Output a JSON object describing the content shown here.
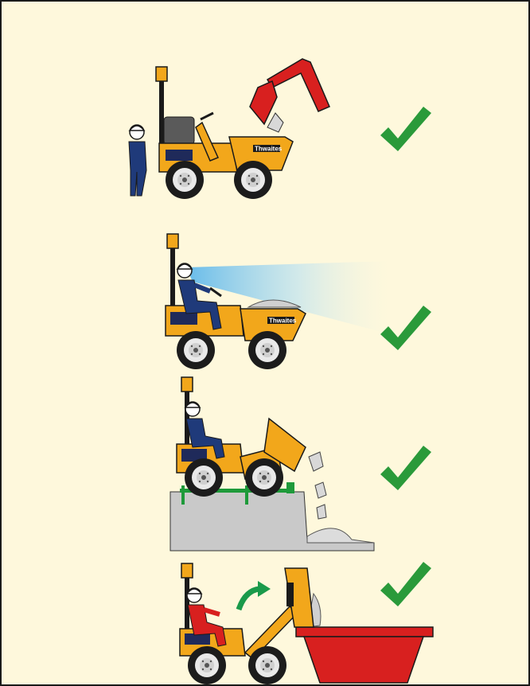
{
  "colors": {
    "background": "#fef8dc",
    "machine_body": "#f2a71b",
    "machine_dark": "#1a1a2e",
    "operator_blue": "#1f3a7a",
    "operator_red": "#d8201f",
    "excavator_red": "#d8201f",
    "skip_red": "#d8201f",
    "check_green": "#2a9a3a",
    "stop_block_green": "#1e9a3a",
    "arrow_green": "#1a9a4a",
    "ground_grey": "#c9c9c9"
  },
  "brand_label": "Thwaites",
  "panels": [
    {
      "id": "operator-standing-clear-while-loaded",
      "icon": "check-icon",
      "status": "correct"
    },
    {
      "id": "operator-seated-clear-forward-view",
      "icon": "check-icon",
      "status": "correct"
    },
    {
      "id": "tipping-behind-stop-block",
      "icon": "check-icon",
      "status": "correct"
    },
    {
      "id": "high-tip-into-skip",
      "icon": "check-icon",
      "status": "correct"
    }
  ]
}
